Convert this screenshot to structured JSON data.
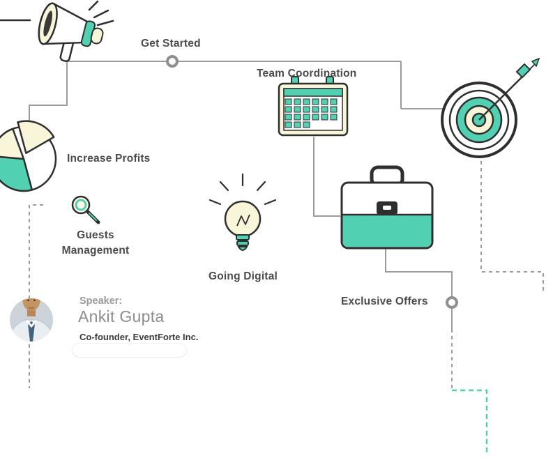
{
  "colors": {
    "teal": "#52d0b2",
    "cream": "#f9f5d8",
    "outline": "#2e2e2e",
    "connector_gray": "#9b9b9b",
    "label_text": "#4b4b4b",
    "speaker_gray": "#8c8c8c"
  },
  "milestones": {
    "get_started": "Get Started",
    "team_coordination": "Team Coordination",
    "increase_profits": "Increase Profits",
    "guests_management": [
      "Guests",
      "Management"
    ],
    "going_digital": "Going Digital",
    "exclusive_offers": "Exclusive Offers"
  },
  "speaker": {
    "label": "Speaker:",
    "name": "Ankit Gupta",
    "title": "Co-founder, EventForte Inc."
  },
  "icons": [
    "megaphone-icon",
    "pie-chart-icon",
    "calendar-icon",
    "target-dart-icon",
    "magnifier-icon",
    "lightbulb-icon",
    "briefcase-icon",
    "speaker-avatar"
  ]
}
